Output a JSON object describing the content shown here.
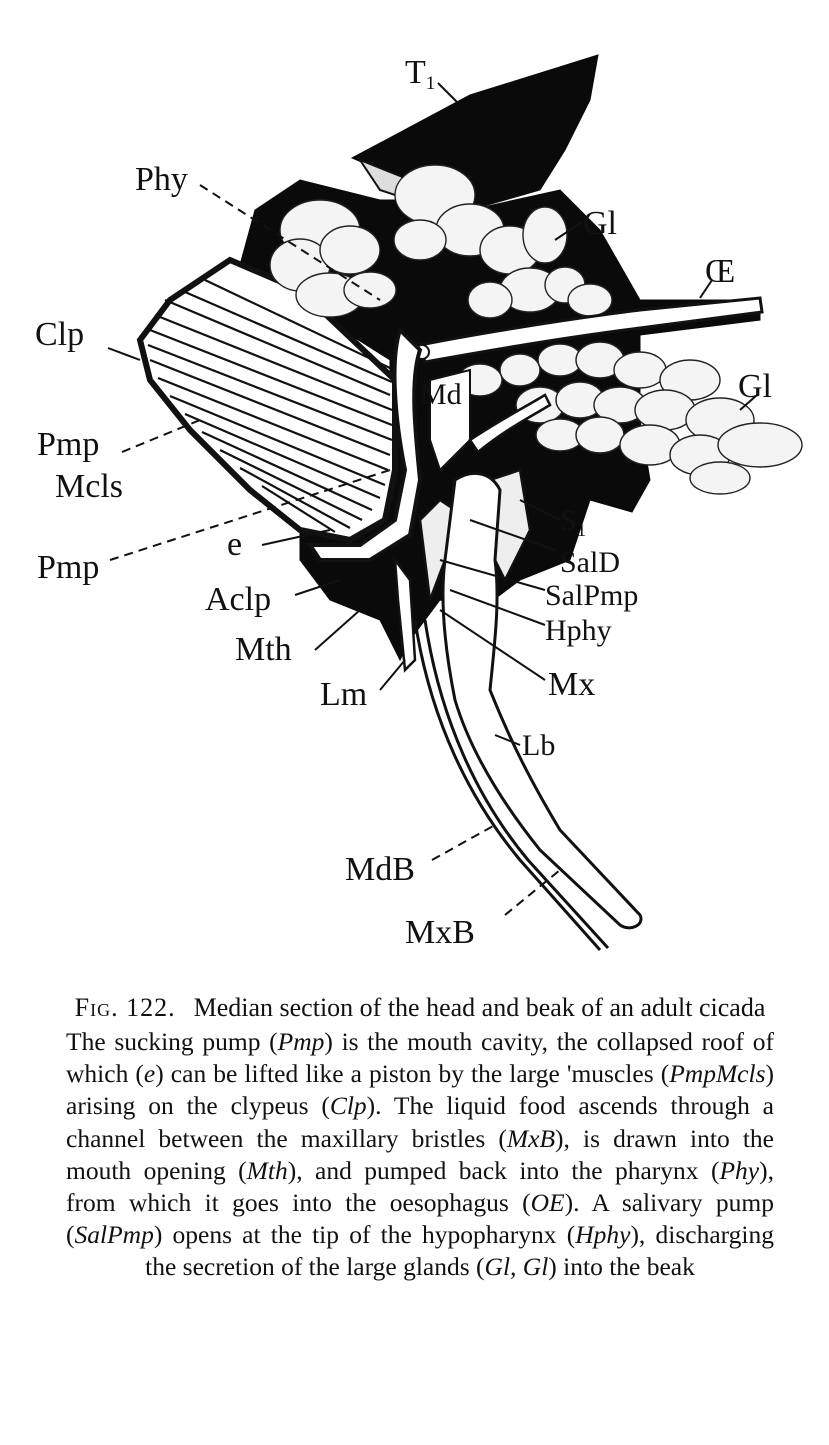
{
  "labels": {
    "T1": "T",
    "T1_sub": "1",
    "Phy": "Phy",
    "Gl_upper": "Gl",
    "OE": "Œ",
    "Clp": "Clp",
    "Gl_lower": "Gl",
    "Pmp_Mcls_1": "Pmp",
    "Pmp_Mcls_2": "Mcls",
    "S1": "S",
    "S1_sub": "1",
    "SalD": "SalD",
    "Pmp": "Pmp",
    "e": "e",
    "SalPmp": "SalPmp",
    "Aclp": "Aclp",
    "Hphy": "Hphy",
    "Mth": "Mth",
    "Mx": "Mx",
    "Lm": "Lm",
    "Md": "Md",
    "Lb": "Lb",
    "MdB": "MdB",
    "MxB": "MxB"
  },
  "caption": {
    "figure_label": "Fig. 122.",
    "title": "Median section of the head and beak of an adult cicada",
    "body": [
      {
        "t": "The sucking pump ("
      },
      {
        "t": "Pmp",
        "i": true
      },
      {
        "t": ") is the mouth cavity, the collapsed roof of which ("
      },
      {
        "t": "e",
        "i": true
      },
      {
        "t": ") can be lifted like a piston by the large 'muscles ("
      },
      {
        "t": "PmpMcls",
        "i": true
      },
      {
        "t": ") arising on the clypeus ("
      },
      {
        "t": "Clp",
        "i": true
      },
      {
        "t": "). The liquid food ascends through a channel between the maxillary bristles ("
      },
      {
        "t": "MxB",
        "i": true
      },
      {
        "t": "), is drawn into the mouth opening ("
      },
      {
        "t": "Mth",
        "i": true
      },
      {
        "t": "), and pumped back into the pharynx ("
      },
      {
        "t": "Phy",
        "i": true
      },
      {
        "t": "), from which it goes into the oesophagus ("
      },
      {
        "t": "OE",
        "i": true
      },
      {
        "t": "). A salivary pump ("
      },
      {
        "t": "SalPmp",
        "i": true
      },
      {
        "t": ") opens at the tip of the hypopharynx ("
      },
      {
        "t": "Hphy",
        "i": true
      },
      {
        "t": "), discharging the secretion of the large glands ("
      },
      {
        "t": "Gl, Gl",
        "i": true
      },
      {
        "t": ") into the beak"
      }
    ]
  }
}
